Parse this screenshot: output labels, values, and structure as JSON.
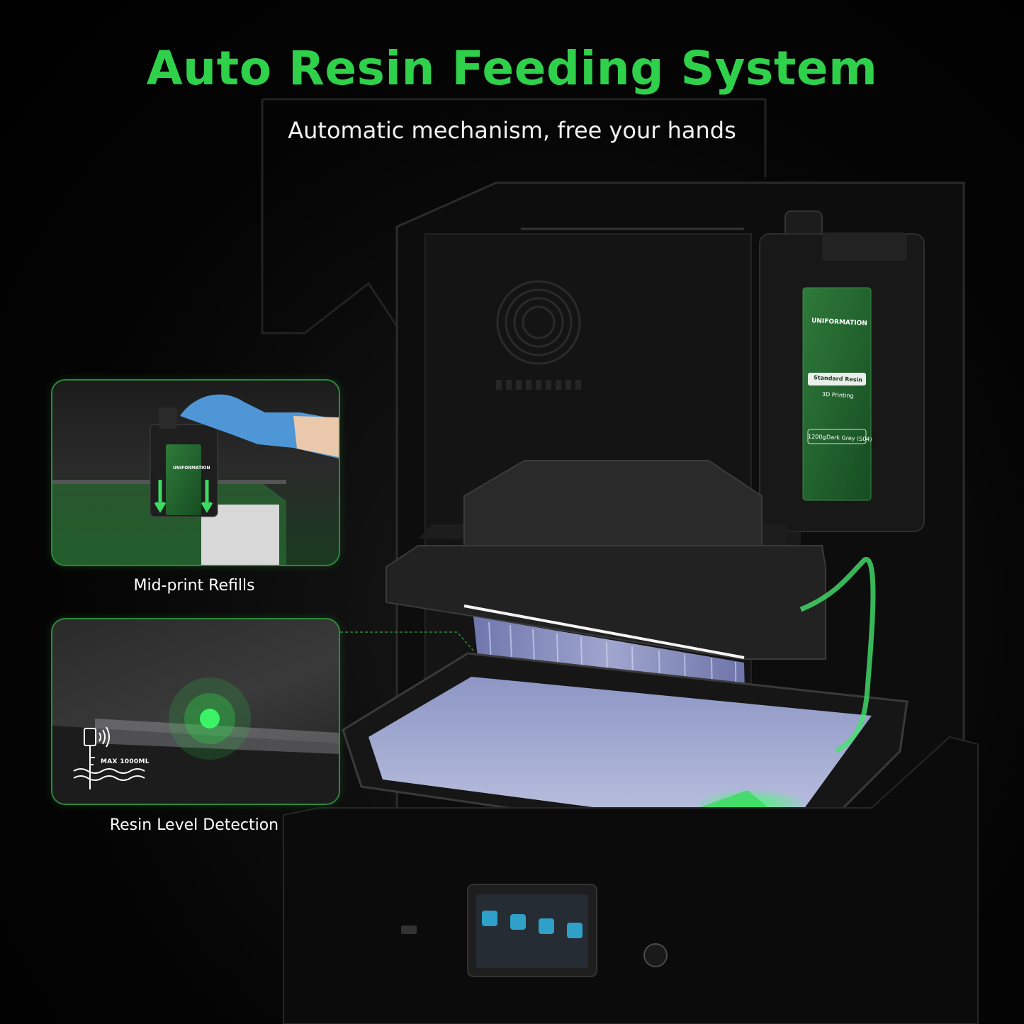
{
  "headline": "Auto Resin Feeding System",
  "subheadline": "Automatic mechanism, free your hands",
  "features": [
    {
      "label": "Mid-print Refills"
    },
    {
      "label": "Resin Level Detection"
    }
  ],
  "level_indicator": {
    "max_label": "MAX 1000ML"
  },
  "product_logo": "UNIFORMATION",
  "resin_bottle": {
    "type": "Standard Resin",
    "use": "3D Printing",
    "weight": "1200g",
    "color_name": "Dark Grey (S04)"
  },
  "colors": {
    "accent": "#2fd04a",
    "panel_border": "#2c8a3a",
    "background": "#000000"
  }
}
